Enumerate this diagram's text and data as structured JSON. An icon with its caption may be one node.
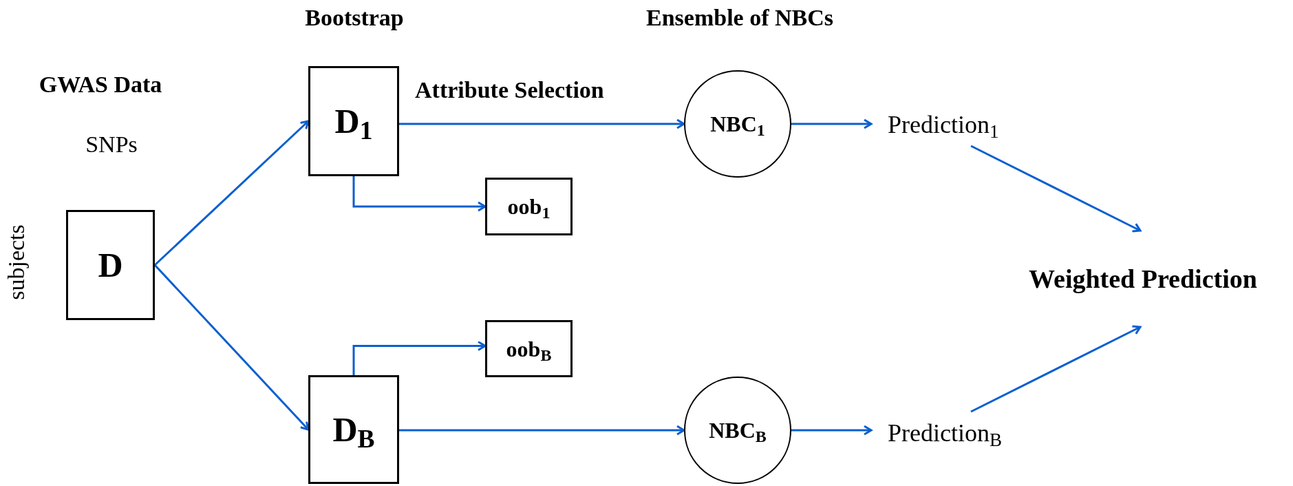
{
  "diagram": {
    "nodes": [
      {
        "text": [
          "D"
        ]
      },
      {
        "text": [
          "D$_{1}$"
        ]
      },
      {
        "text": [
          "oob$_{1}$"
        ]
      },
      {
        "text": [
          "D$_{B}$"
        ]
      },
      {
        "text": [
          "oob$_{B}$"
        ]
      },
      {
        "text": [
          "NBC$_{1}$"
        ]
      },
      {
        "text": [
          "NBC$_{B}$"
        ]
      },
      {
        "text": [
          "Prediction$_{1}$"
        ]
      },
      {
        "text": [
          "Prediction$_{B}$"
        ]
      },
      {
        "text": [
          "Weighted Prediction"
        ]
      }
    ],
    "edges": [
      {
        "from": 0,
        "to": 1,
        "arrow": "to"
      },
      {
        "from": 0,
        "to": 3,
        "arrow": "to"
      },
      {
        "from": 1,
        "to": 2,
        "arrow": "to"
      },
      {
        "from": 3,
        "to": 4,
        "arrow": "to"
      },
      {
        "from": 1,
        "to": 5,
        "arrow": "to",
        "label": "Attribute Selection"
      },
      {
        "from": 3,
        "to": 6,
        "arrow": "to"
      },
      {
        "from": 5,
        "to": 7,
        "arrow": "to"
      },
      {
        "from": 6,
        "to": 8,
        "arrow": "to"
      },
      {
        "from": 7,
        "to": 9,
        "arrow": "to"
      },
      {
        "from": 8,
        "to": 9,
        "arrow": "to"
      }
    ],
    "labels": [
      "Bootstrap",
      "Ensemble of NBCs",
      "GWAS Data",
      "SNPs",
      "subjects"
    ]
  }
}
